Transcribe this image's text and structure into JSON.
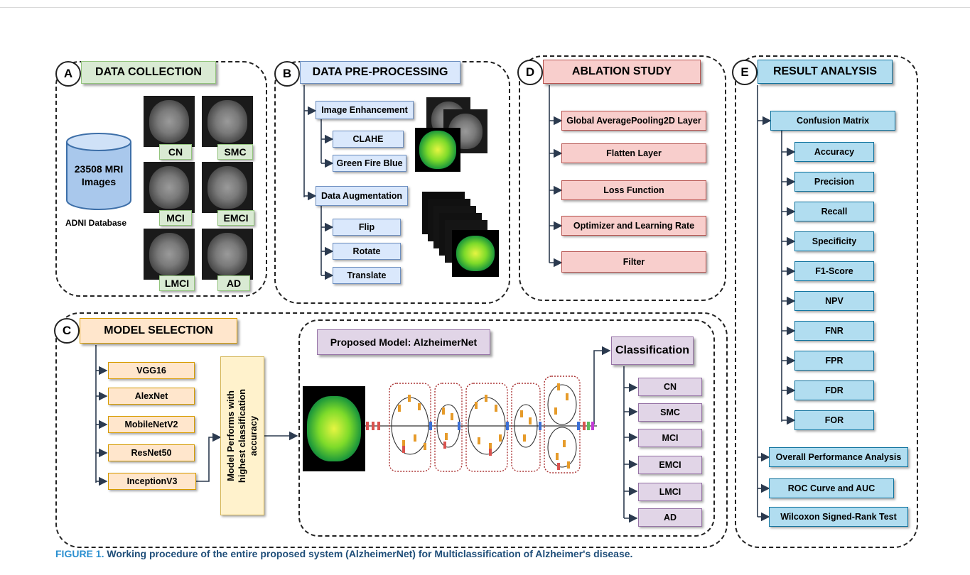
{
  "panel_a": {
    "letter": "A",
    "title": "DATA  COLLECTION",
    "database_label_line1": "23508 MRI",
    "database_label_line2": "Images",
    "database_name": "ADNI Database",
    "classes": [
      "CN",
      "SMC",
      "MCI",
      "EMCI",
      "LMCI",
      "AD"
    ]
  },
  "panel_b": {
    "letter": "B",
    "title": "DATA PRE-PROCESSING",
    "enhancement": "Image Enhancement",
    "enhancement_items": [
      "CLAHE",
      "Green Fire Blue"
    ],
    "augmentation": "Data Augmentation",
    "augmentation_items": [
      "Flip",
      "Rotate",
      "Translate"
    ]
  },
  "panel_d": {
    "letter": "D",
    "title": "ABLATION STUDY",
    "items": [
      "Global AveragePooling2D Layer",
      "Flatten Layer",
      "Loss Function",
      "Optimizer and Learning Rate",
      "Filter"
    ]
  },
  "panel_e": {
    "letter": "E",
    "title": "RESULT ANALYSIS",
    "confusion": "Confusion Matrix",
    "metrics": [
      "Accuracy",
      "Precision",
      "Recall",
      "Specificity",
      "F1-Score",
      "NPV",
      "FNR",
      "FPR",
      "FDR",
      "FOR"
    ],
    "others": [
      "Overall Performance Analysis",
      "ROC Curve and AUC",
      "Wilcoxon Signed-Rank Test"
    ]
  },
  "panel_c": {
    "letter": "C",
    "title": "MODEL SELECTION",
    "models": [
      "VGG16",
      "AlexNet",
      "MobileNetV2",
      "ResNet50",
      "InceptionV3"
    ],
    "selection_line1": "Model Performs with",
    "selection_line2": "highest classification",
    "selection_line3": "accuracy",
    "proposed": "Proposed Model: AlzheimerNet",
    "classification": "Classification",
    "classes": [
      "CN",
      "SMC",
      "MCI",
      "EMCI",
      "LMCI",
      "AD"
    ]
  },
  "caption": {
    "lead": "FIGURE 1.",
    "text": "Working procedure of the entire proposed system (AlzheimerNet) for Multiclassification of Alzheimer's disease."
  }
}
